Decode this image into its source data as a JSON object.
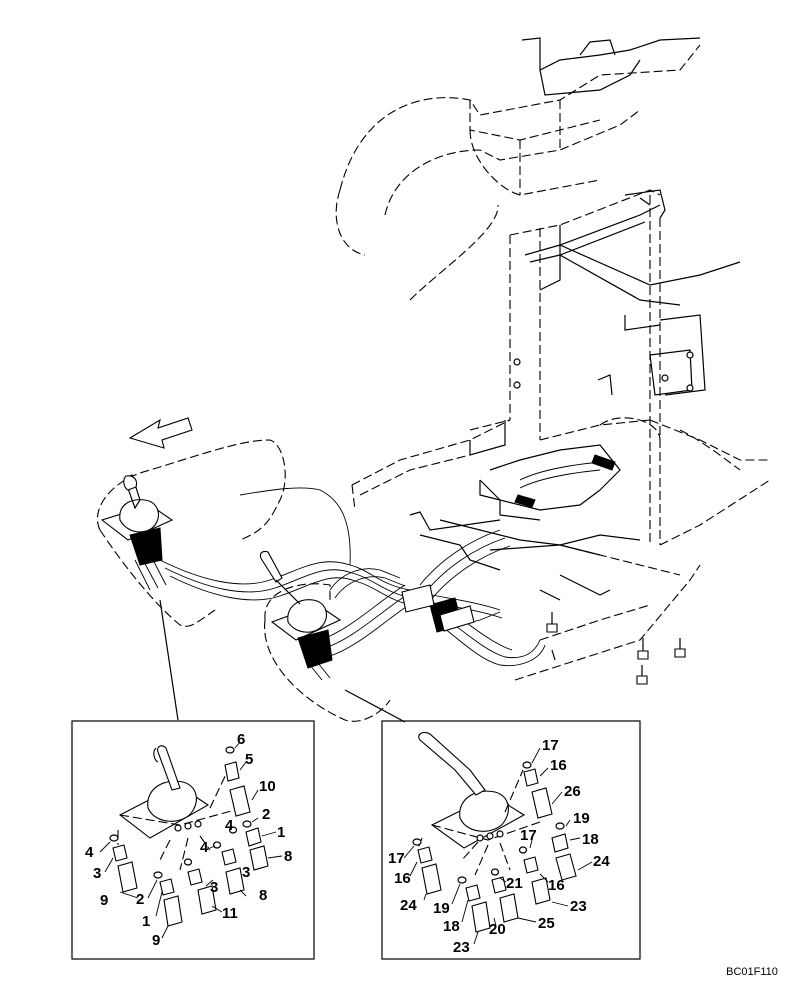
{
  "drawing_code": "BC01F110",
  "left_detail": {
    "callouts": [
      "6",
      "5",
      "10",
      "2",
      "4",
      "1",
      "8",
      "4",
      "3",
      "9",
      "4",
      "2",
      "3",
      "8",
      "1",
      "11",
      "9",
      "3"
    ]
  },
  "right_detail": {
    "callouts": [
      "17",
      "16",
      "26",
      "19",
      "17",
      "18",
      "24",
      "17",
      "16",
      "24",
      "19",
      "21",
      "16",
      "18",
      "20",
      "23",
      "25",
      "23"
    ]
  }
}
